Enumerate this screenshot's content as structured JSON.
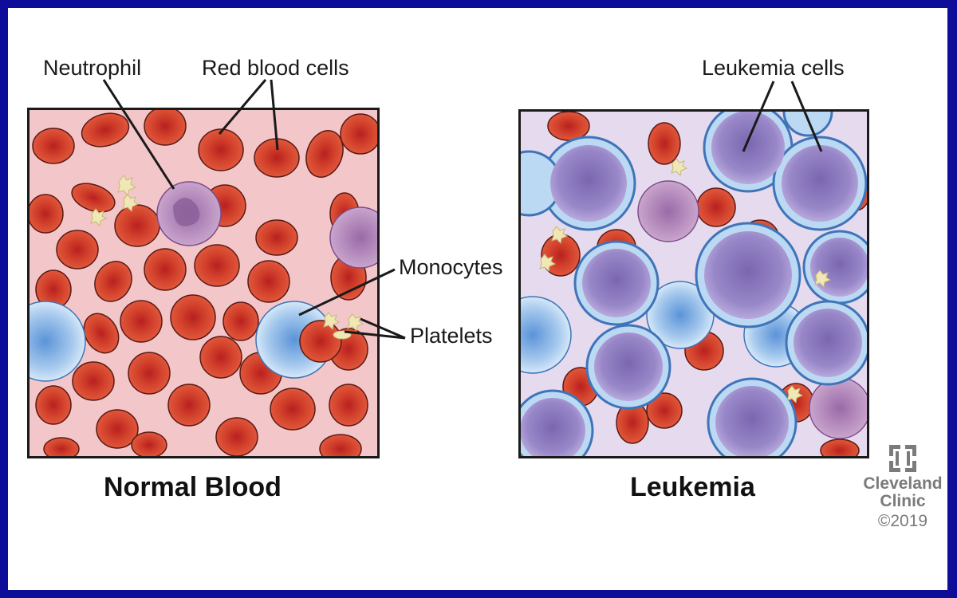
{
  "diagram": {
    "left_panel": {
      "title": "Normal Blood",
      "labels": {
        "neutrophil": "Neutrophil",
        "red_blood_cells": "Red blood cells",
        "monocytes": "Monocytes",
        "platelets": "Platelets"
      }
    },
    "right_panel": {
      "title": "Leukemia",
      "labels": {
        "leukemia_cells": "Leukemia cells"
      }
    },
    "credit": {
      "org_line1": "Cleveland",
      "org_line2": "Clinic",
      "copyright": "©2019"
    },
    "colors": {
      "border": "#0d0d9a",
      "normal_bg": "#f3c7c9",
      "leukemia_bg": "#e6dbee",
      "red_cell": "#d2412b",
      "leukemia_cell": "#8e7bbf",
      "monocyte": "#a9cbee",
      "neutrophil": "#b98dbd",
      "platelet": "#f1e7b4"
    }
  }
}
